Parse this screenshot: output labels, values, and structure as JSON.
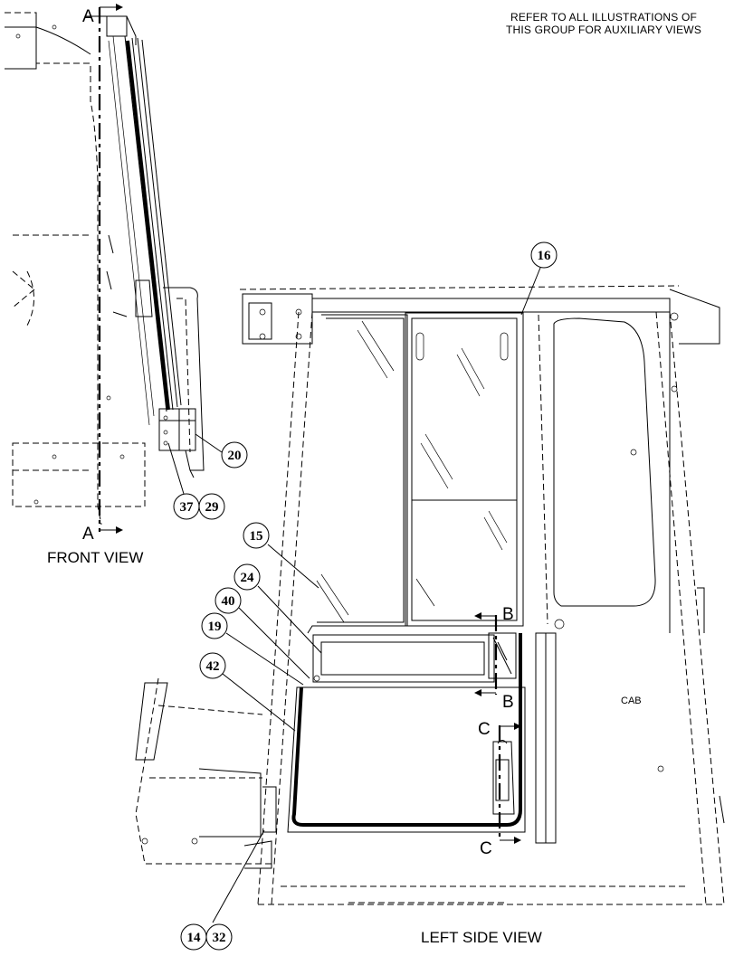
{
  "note": {
    "line1": "REFER TO ALL ILLUSTRATIONS OF",
    "line2": "THIS GROUP FOR AUXILIARY VIEWS"
  },
  "views": {
    "front": "FRONT VIEW",
    "left_side": "LEFT SIDE VIEW"
  },
  "section_marks": {
    "a_top": "A",
    "a_bottom": "A",
    "b_top": "B",
    "b_bottom": "B",
    "c_top": "C",
    "c_bottom": "C"
  },
  "labels": {
    "cab": "CAB"
  },
  "callouts": {
    "c16": "16",
    "c20": "20",
    "c37": "37",
    "c29": "29",
    "c15": "15",
    "c24": "24",
    "c40": "40",
    "c19": "19",
    "c42": "42",
    "c14": "14",
    "c32": "32"
  }
}
